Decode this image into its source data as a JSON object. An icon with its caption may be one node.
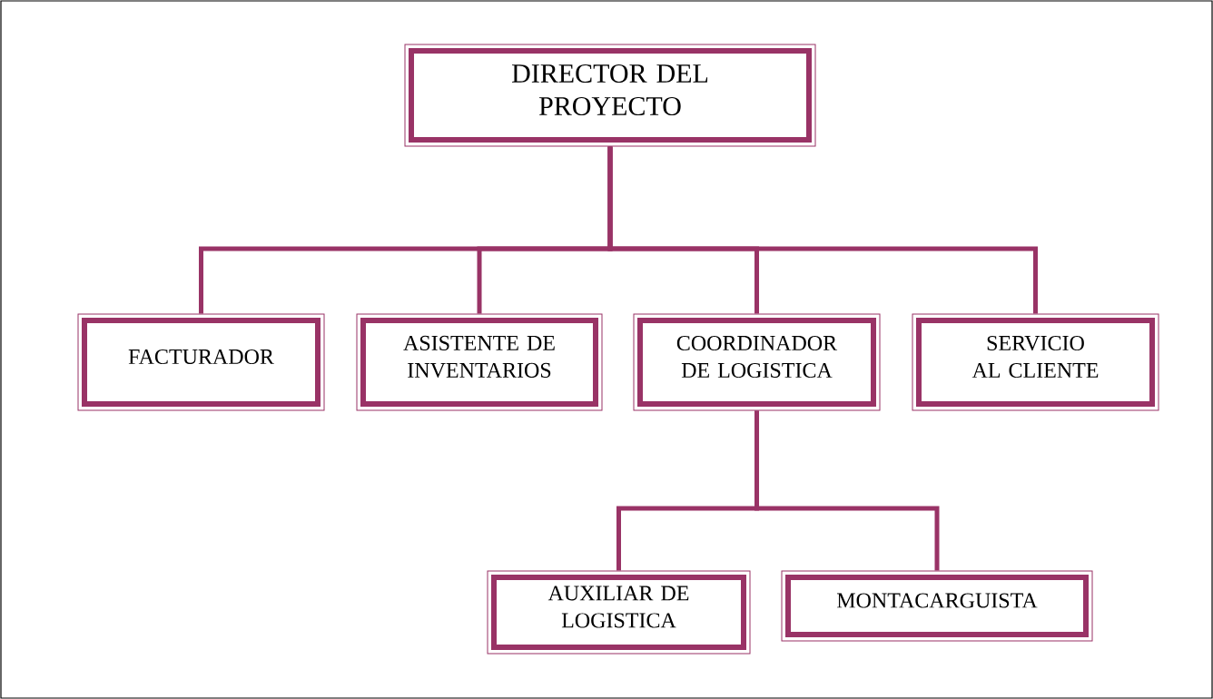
{
  "diagram": {
    "nodes": [
      {
        "text": [
          "DIRECTOR DEL PROYECTO"
        ]
      },
      {
        "text": [
          "FACTURADOR"
        ]
      },
      {
        "text": [
          "ASISTENTE DE INVENTARIOS"
        ]
      },
      {
        "text": [
          "COORDINADOR DE LOGISTICA"
        ]
      },
      {
        "text": [
          "SERVICIO AL CLIENTE"
        ]
      },
      {
        "text": [
          "AUXILIAR DE LOGISTICA"
        ]
      },
      {
        "text": [
          "MONTACARGUISTA"
        ]
      }
    ],
    "edges": [
      {
        "from": 0,
        "to": 1,
        "arrow": "none"
      },
      {
        "from": 0,
        "to": 2,
        "arrow": "none"
      },
      {
        "from": 0,
        "to": 3,
        "arrow": "none"
      },
      {
        "from": 0,
        "to": 4,
        "arrow": "none"
      },
      {
        "from": 3,
        "to": 5,
        "arrow": "none"
      },
      {
        "from": 3,
        "to": 6,
        "arrow": "none"
      }
    ]
  }
}
